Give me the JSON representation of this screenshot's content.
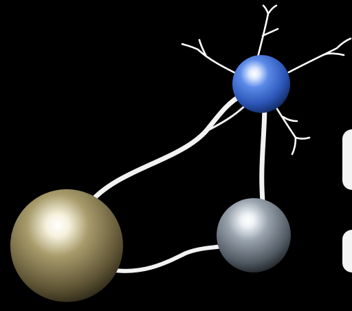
{
  "scene": {
    "background_color": "#000000",
    "description_colors": {
      "blue_node": "#3d6fd6",
      "olive_node": "#8a7f55",
      "gray_node": "#7f8891",
      "connector": "#f2f2f2"
    },
    "nodes": [
      {
        "name": "blue-node",
        "icon": "blue-sphere-icon"
      },
      {
        "name": "olive-node",
        "icon": "olive-sphere-icon"
      },
      {
        "name": "gray-node",
        "icon": "gray-sphere-icon"
      }
    ]
  }
}
